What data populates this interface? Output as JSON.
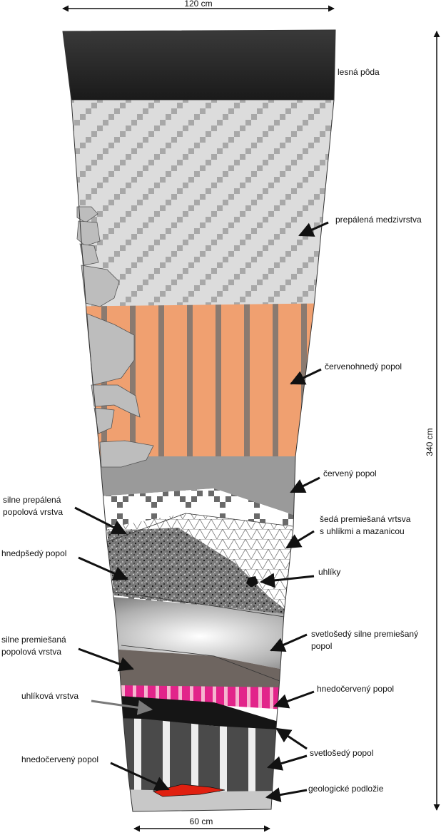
{
  "dimensions": {
    "top_width": "120 cm",
    "bottom_width": "60 cm",
    "height": "340 cm"
  },
  "labels": {
    "lesna_poda": "lesná pôda",
    "prepalena_medzivrstva": "prepálená medzivrstva",
    "cervenohnedy_popol": "červenohnedý popol",
    "cerveny_popol": "červený popol",
    "seda_line1": "šedá premiešaná vrtsva",
    "seda_line2": "s uhlíkmi a mazanicou",
    "uhliky": "uhlíky",
    "svetlosedy_silne_line1": "svetlošedý silne premiešaný",
    "svetlosedy_silne_line2": "popol",
    "hnedocerveny_right": "hnedočervený popol",
    "svetlosedy_popol": "svetlošedý popol",
    "geologicke_podlozie": "geologické podložie",
    "silne_prepalena_line1": "silne prepálená",
    "silne_prepalena_line2": "popolová vrstva",
    "hnedpsedy_popol": "hnedpšedý popol",
    "silne_premiesana_line1": "silne premiešaná",
    "silne_premiesana_line2": "popolová vrstva",
    "uhlikova_vrstva": "uhlíková vrstva",
    "hnedocerveny_left": "hnedočervený popol"
  },
  "colors": {
    "forest_soil": "#2a2a2a",
    "burnt_interlayer": "#dcdcdc",
    "reddish_brown_ash": "#f0a070",
    "red_ash": "#9a9a9a",
    "stones": "#bdbdbd",
    "brown_grey_ash": "#8a8a8a",
    "dark_brown": "#6e6560",
    "magenta": "#e2248a",
    "charcoal": "#151515",
    "light_grey_stripes": "#4a4a4a",
    "red_ash_bottom": "#e02010",
    "bedrock": "#c8c8c8"
  }
}
